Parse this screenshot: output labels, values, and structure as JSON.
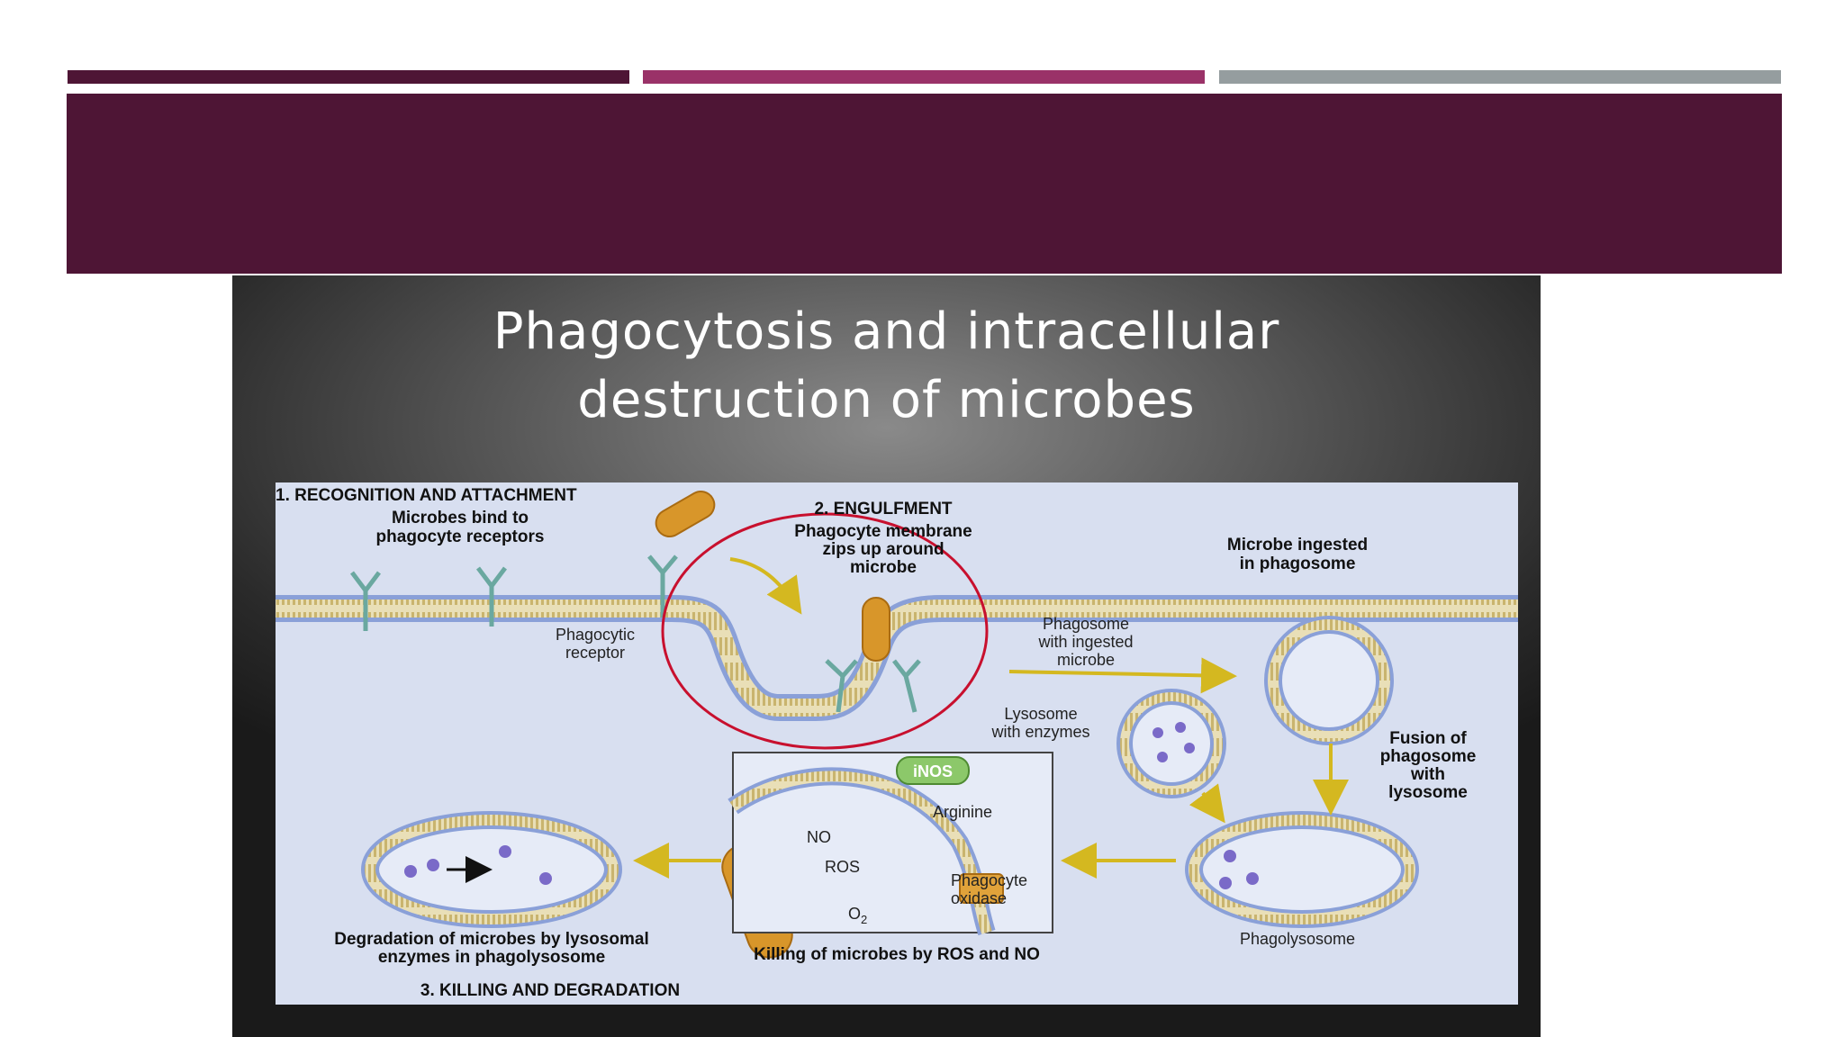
{
  "slide": {
    "title_line1": "Phagocytosis and intracellular",
    "title_line2": "destruction of microbes"
  },
  "colors": {
    "bar1": "#4e1535",
    "bar2": "#9a3268",
    "bar3": "#959d9f",
    "header": "#4e1535",
    "microbe": "#d8962a",
    "membrane": "#8aa0d8",
    "arrow": "#d4b820",
    "highlight_circle": "#c8102e"
  },
  "diagram": {
    "step1_title": "1. RECOGNITION AND ATTACHMENT",
    "step1_line1": "Microbes bind to",
    "step1_line2": "phagocyte receptors",
    "receptor_line1": "Phagocytic",
    "receptor_line2": "receptor",
    "step2_title": "2. ENGULFMENT",
    "step2_line1": "Phagocyte membrane",
    "step2_line2": "zips up around",
    "step2_line3": "microbe",
    "ingested_line1": "Microbe ingested",
    "ingested_line2": "in phagosome",
    "phagosome_line1": "Phagosome",
    "phagosome_line2": "with ingested",
    "phagosome_line3": "microbe",
    "lysosome_line1": "Lysosome",
    "lysosome_line2": "with enzymes",
    "fusion_line1": "Fusion of",
    "fusion_line2": "phagosome",
    "fusion_line3": "with",
    "fusion_line4": "lysosome",
    "inos": "iNOS",
    "arginine": "Arginine",
    "no": "NO",
    "ros": "ROS",
    "o2": "O",
    "o2_sub": "2",
    "oxidase_line1": "Phagocyte",
    "oxidase_line2": "oxidase",
    "phagolysosome": "Phagolysosome",
    "killing": "Killing of microbes by ROS and NO",
    "degradation_line1": "Degradation of microbes by lysosomal",
    "degradation_line2": "enzymes in phagolysosome",
    "step3_title": "3. KILLING AND DEGRADATION"
  }
}
